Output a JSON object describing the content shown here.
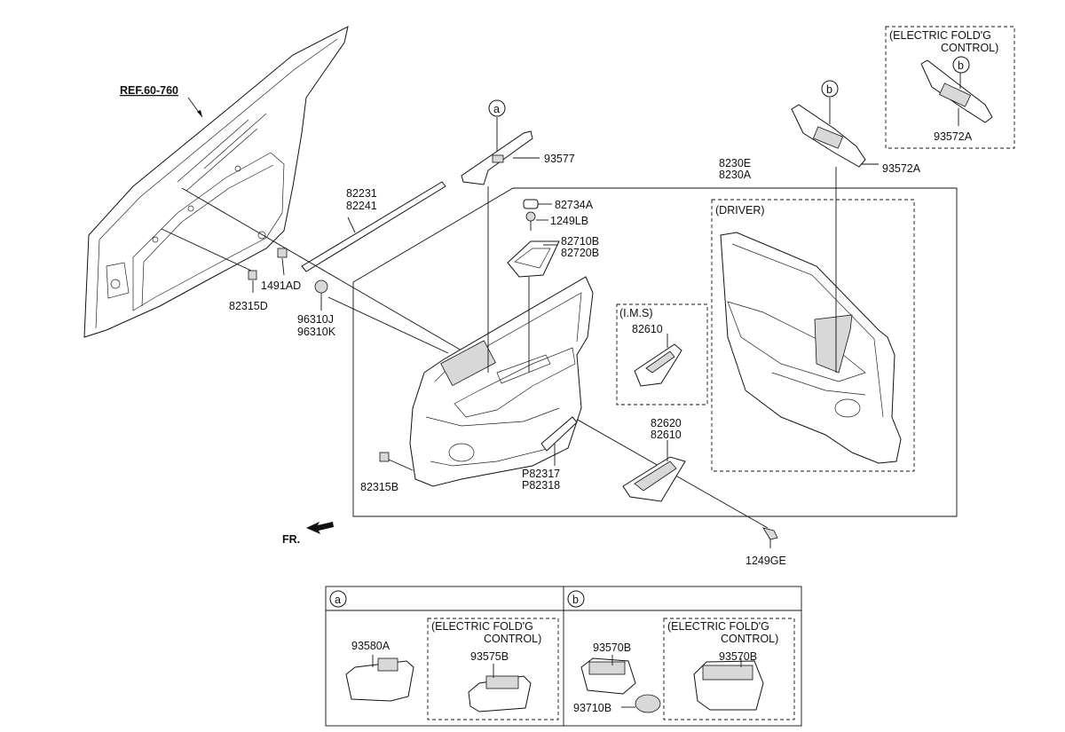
{
  "ref_label": "REF.60-760",
  "fr_label": "FR.",
  "labels": {
    "p93577": "93577",
    "p93572A_top": "93572A",
    "p93572A_inset": "93572A",
    "p82734A": "82734A",
    "p1249LB": "1249LB",
    "p82710B": "82710B",
    "p82720B": "82720B",
    "p82231": "82231",
    "p82241": "82241",
    "p1491AD": "1491AD",
    "p82315D": "82315D",
    "p96310J": "96310J",
    "p96310K": "96310K",
    "p8230E": "8230E",
    "p8230A": "8230A",
    "p82610_ims": "82610",
    "p82620": "82620",
    "p82610": "82610",
    "pP82317": "P82317",
    "pP82318": "P82318",
    "p82315B": "82315B",
    "p1249GE": "1249GE",
    "p93580A": "93580A",
    "p93575B": "93575B",
    "p93570B_left": "93570B",
    "p93710B": "93710B",
    "p93570B_right": "93570B"
  },
  "boxes": {
    "driver": "(DRIVER)",
    "ims": "(I.M.S)",
    "efc_line1": "(ELECTRIC FOLD'G",
    "efc_line2": "CONTROL)"
  },
  "callouts": {
    "a": "a",
    "b": "b"
  }
}
